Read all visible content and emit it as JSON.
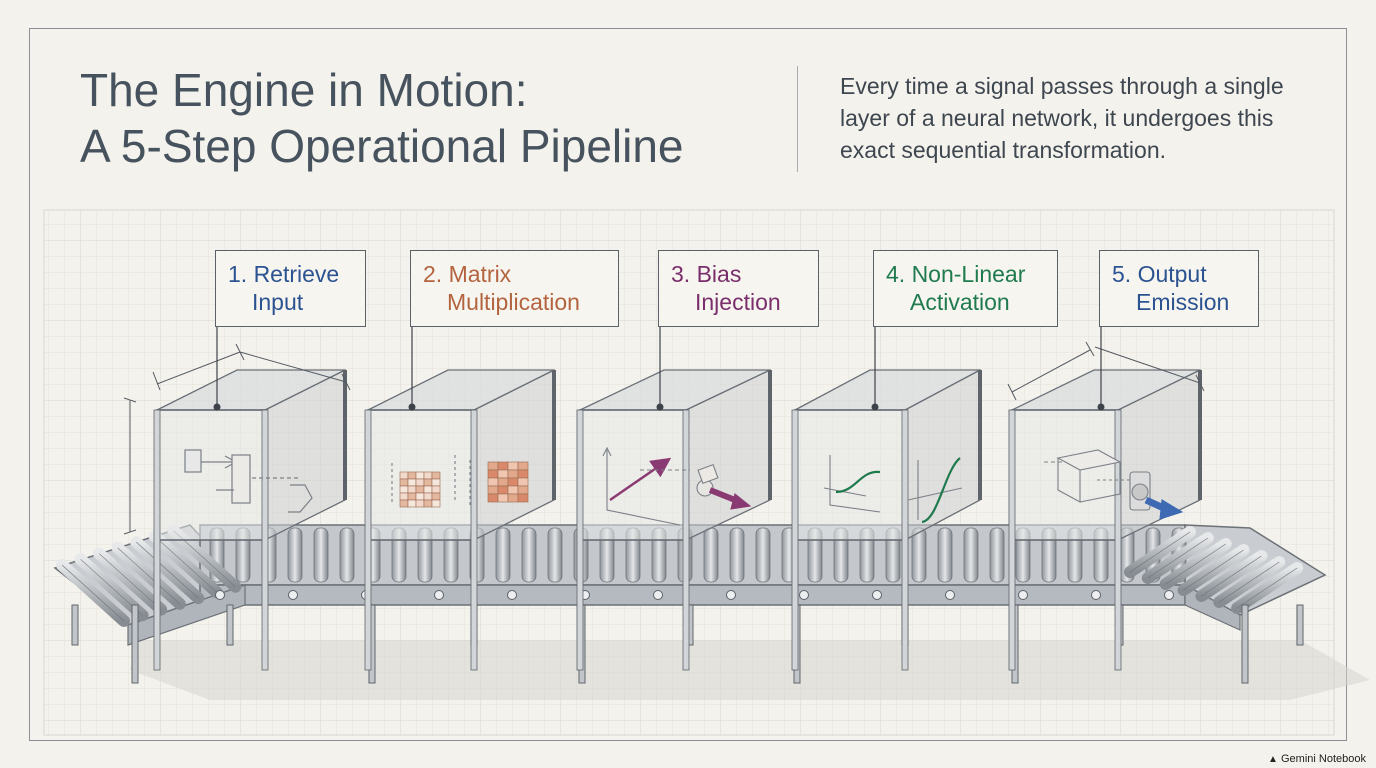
{
  "title": {
    "line1": "The Engine in Motion:",
    "line2": "A 5-Step Operational Pipeline"
  },
  "description": "Every time a signal passes through a single layer of a neural network, it undergoes this exact sequential transformation.",
  "steps": [
    {
      "line1": "1. Retrieve",
      "line2": "Input",
      "color": "#2c5391"
    },
    {
      "line1": "2. Matrix",
      "line2": "Multiplication",
      "color": "#b3643f"
    },
    {
      "line1": "3. Bias",
      "line2": "Injection",
      "color": "#7a2e6b"
    },
    {
      "line1": "4. Non-Linear",
      "line2": "Activation",
      "color": "#1f7a4e"
    },
    {
      "line1": "5. Output",
      "line2": "Emission",
      "color": "#2c5391"
    }
  ],
  "watermark": "Gemini Notebook"
}
